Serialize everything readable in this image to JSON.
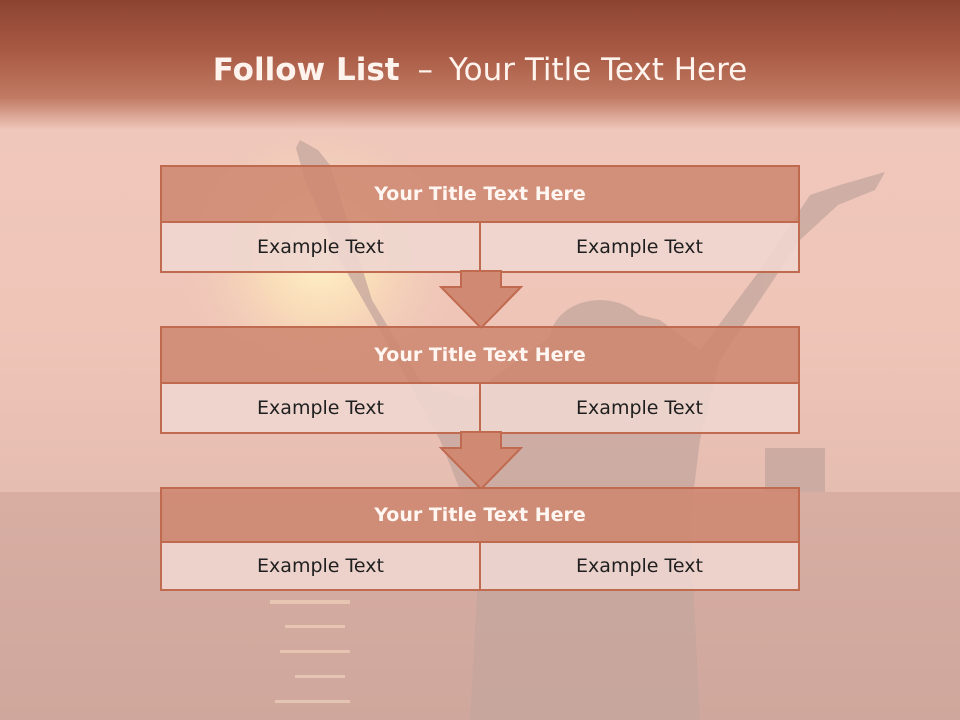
{
  "slide": {
    "title_main": "Follow List",
    "title_sep": "–",
    "title_sub": "Your Title Text Here",
    "background": "sunset-silhouette-image",
    "colors": {
      "header": "#9c4e39",
      "box_fill": "#cf8a72",
      "box_border": "#c06a50",
      "cell_fill": "#eed6cf"
    }
  },
  "blocks": [
    {
      "title": "Your Title Text Here",
      "left": "Example Text",
      "right": "Example Text"
    },
    {
      "title": "Your Title Text Here",
      "left": "Example Text",
      "right": "Example Text"
    },
    {
      "title": "Your Title Text Here",
      "left": "Example Text",
      "right": "Example Text"
    }
  ],
  "arrows": [
    {
      "icon": "down-arrow-icon"
    },
    {
      "icon": "down-arrow-icon"
    }
  ]
}
